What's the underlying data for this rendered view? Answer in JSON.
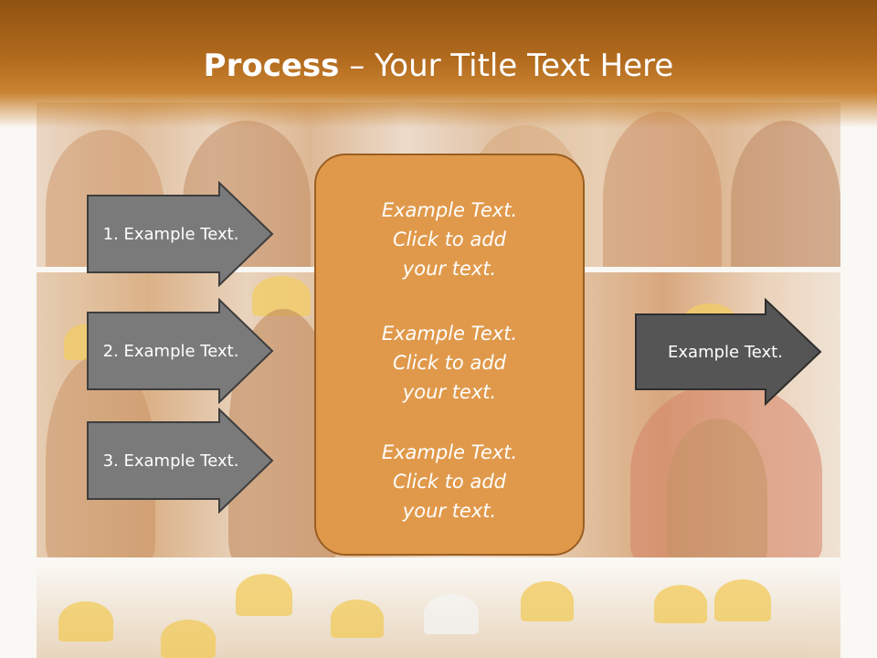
{
  "slide": {
    "title_bold": "Process",
    "title_separator": " – ",
    "title_rest": "Your Title Text Here"
  },
  "left_arrows": [
    {
      "label": "1. Example Text."
    },
    {
      "label": "2. Example Text."
    },
    {
      "label": "3. Example Text."
    }
  ],
  "center_box": {
    "paragraphs": [
      {
        "lines": [
          "Example Text.",
          "Click  to add",
          "your text."
        ]
      },
      {
        "lines": [
          "Example Text.",
          "Click  to add",
          "your text."
        ]
      },
      {
        "lines": [
          "Example Text.",
          "Click  to add",
          "your text."
        ]
      }
    ]
  },
  "right_arrow": {
    "label": "Example Text."
  },
  "colors": {
    "title_bar": "#b16a1d",
    "arrow_light": "#7a7a7a",
    "arrow_dark": "#555555",
    "center_box_fill": "#e0994b",
    "center_box_border": "#9a5e22"
  }
}
